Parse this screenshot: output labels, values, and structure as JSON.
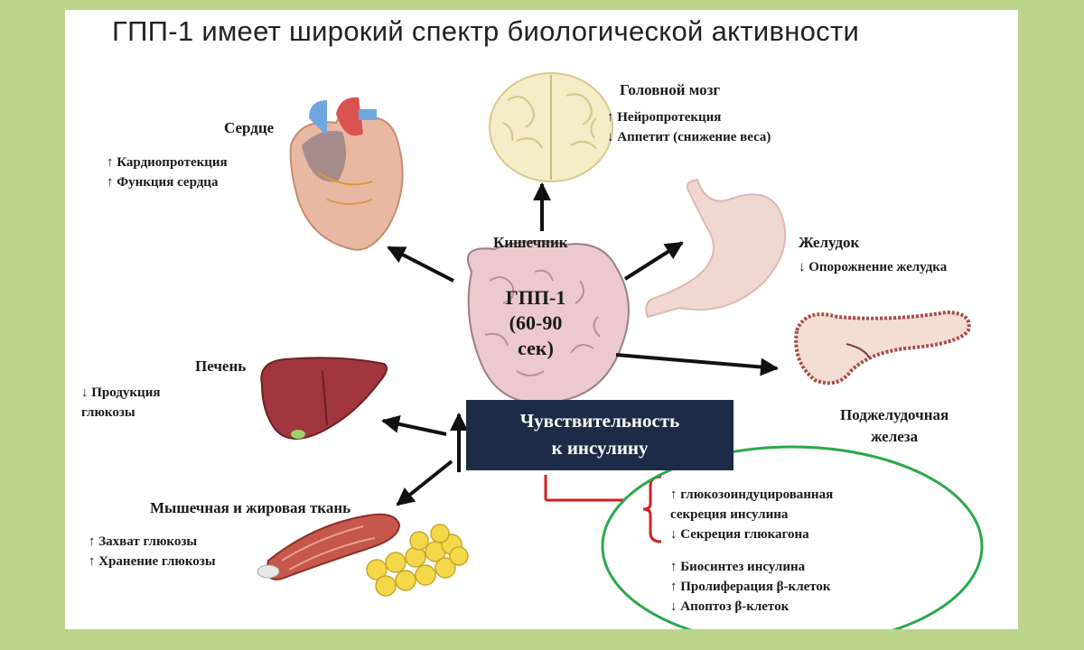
{
  "title": "ГПП-1 имеет широкий спектр биологической активности",
  "colors": {
    "frame": "#bcd48a",
    "box": "#1d2b46",
    "ellipse": "#2aa84a",
    "bracket": "#d62020"
  },
  "brain": {
    "name": "Головной мозг",
    "effects": [
      "↑ Нейропротекция",
      "↓ Аппетит (снижение веса)"
    ]
  },
  "heart": {
    "name": "Сердце",
    "effects": [
      "↑ Кардиопротекция",
      "↑ Функция сердца"
    ]
  },
  "stomach": {
    "name": "Желудок",
    "effects": [
      "↓ Опорожнение желудка"
    ]
  },
  "liver": {
    "name": "Печень",
    "effects": [
      "↓ Продукция",
      "глюкозы"
    ]
  },
  "gut": {
    "name": "Кишечник",
    "lines": [
      "ГПП-1",
      "(60-90",
      "сек)"
    ]
  },
  "pancreas": {
    "name_lines": [
      "Поджелудочная",
      "железа"
    ]
  },
  "muscle": {
    "name": "Мышечная и жировая ткань",
    "effects": [
      "↑ Захват глюкозы",
      "↑ Хранение глюкозы"
    ]
  },
  "sensitivity": {
    "lines": [
      "Чувствительность",
      "к инсулину"
    ]
  },
  "pancreas_effects": {
    "bracketed": [
      "↑ глюкозоиндуцированная",
      "секреция инсулина",
      "↓ Секреция глюкагона"
    ],
    "other": [
      "↑ Биосинтез инсулина",
      "↑ Пролиферация β-клеток",
      "↓ Апоптоз β-клеток"
    ]
  }
}
